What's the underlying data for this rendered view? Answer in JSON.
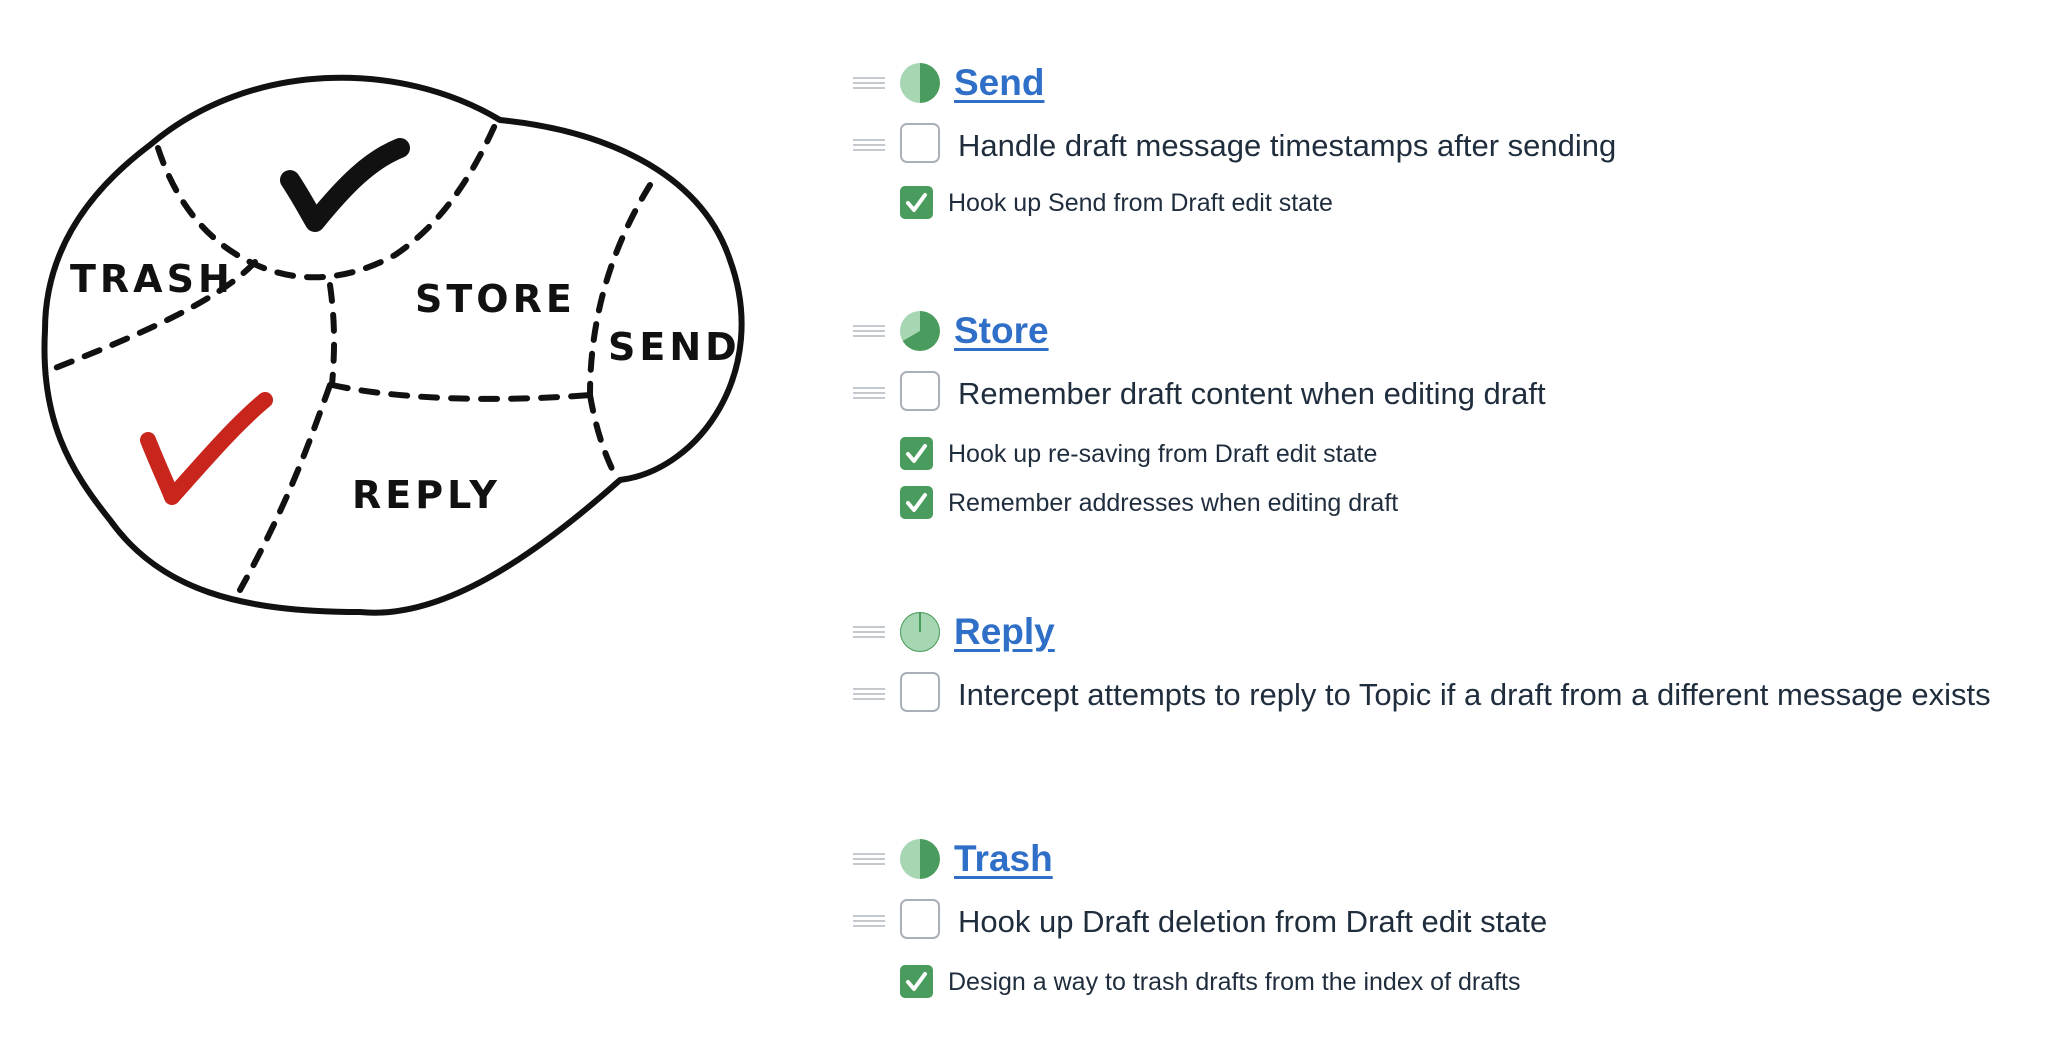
{
  "sketch": {
    "regions": [
      "TRASH",
      "STORE",
      "SEND",
      "REPLY"
    ]
  },
  "colors": {
    "link": "#2f6fc7",
    "done": "#4a9b5e",
    "pie_light": "#a6d6b2",
    "pie_dark": "#4a9b5e"
  },
  "groups": [
    {
      "title": "Send",
      "progress": 0.5,
      "todos": [
        {
          "text": "Handle draft message timestamps after sending",
          "done": false
        }
      ],
      "completed": [
        {
          "text": "Hook up Send from Draft edit state",
          "done": true
        }
      ]
    },
    {
      "title": "Store",
      "progress": 0.6667,
      "todos": [
        {
          "text": "Remember draft content when editing draft",
          "done": false
        }
      ],
      "completed": [
        {
          "text": "Hook up re-saving from Draft edit state",
          "done": true
        },
        {
          "text": "Remember addresses when editing draft",
          "done": true
        }
      ]
    },
    {
      "title": "Reply",
      "progress": 0,
      "todos": [
        {
          "text": "Intercept attempts to reply to Topic if a draft from a different message exists",
          "done": false
        }
      ],
      "completed": []
    },
    {
      "title": "Trash",
      "progress": 0.5,
      "todos": [
        {
          "text": "Hook up Draft deletion from Draft edit state",
          "done": false
        }
      ],
      "completed": [
        {
          "text": "Design a way to trash drafts from the index of drafts",
          "done": true
        }
      ]
    }
  ]
}
